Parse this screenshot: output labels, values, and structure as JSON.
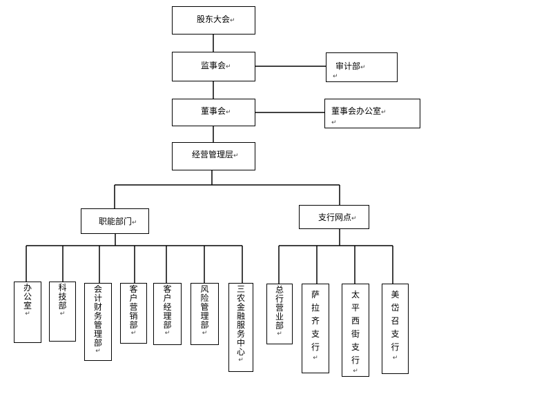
{
  "mark": "↵",
  "top_nodes": {
    "shareholders": "股东大会",
    "supervisors": "监事会",
    "audit": "审计部",
    "board": "董事会",
    "board_office": "董事会办公室",
    "management": "经营管理层",
    "functional": "职能部门",
    "branches": "支行网点"
  },
  "functional_departments": [
    "办公室",
    "科技部",
    "会计财务管理部",
    "客户营销部",
    "客户经理部",
    "风险管理部",
    "三农金融服务中心"
  ],
  "branch_offices": [
    "总行营业部",
    "萨拉齐支行",
    "太平西街支行",
    "美岱召支行"
  ]
}
